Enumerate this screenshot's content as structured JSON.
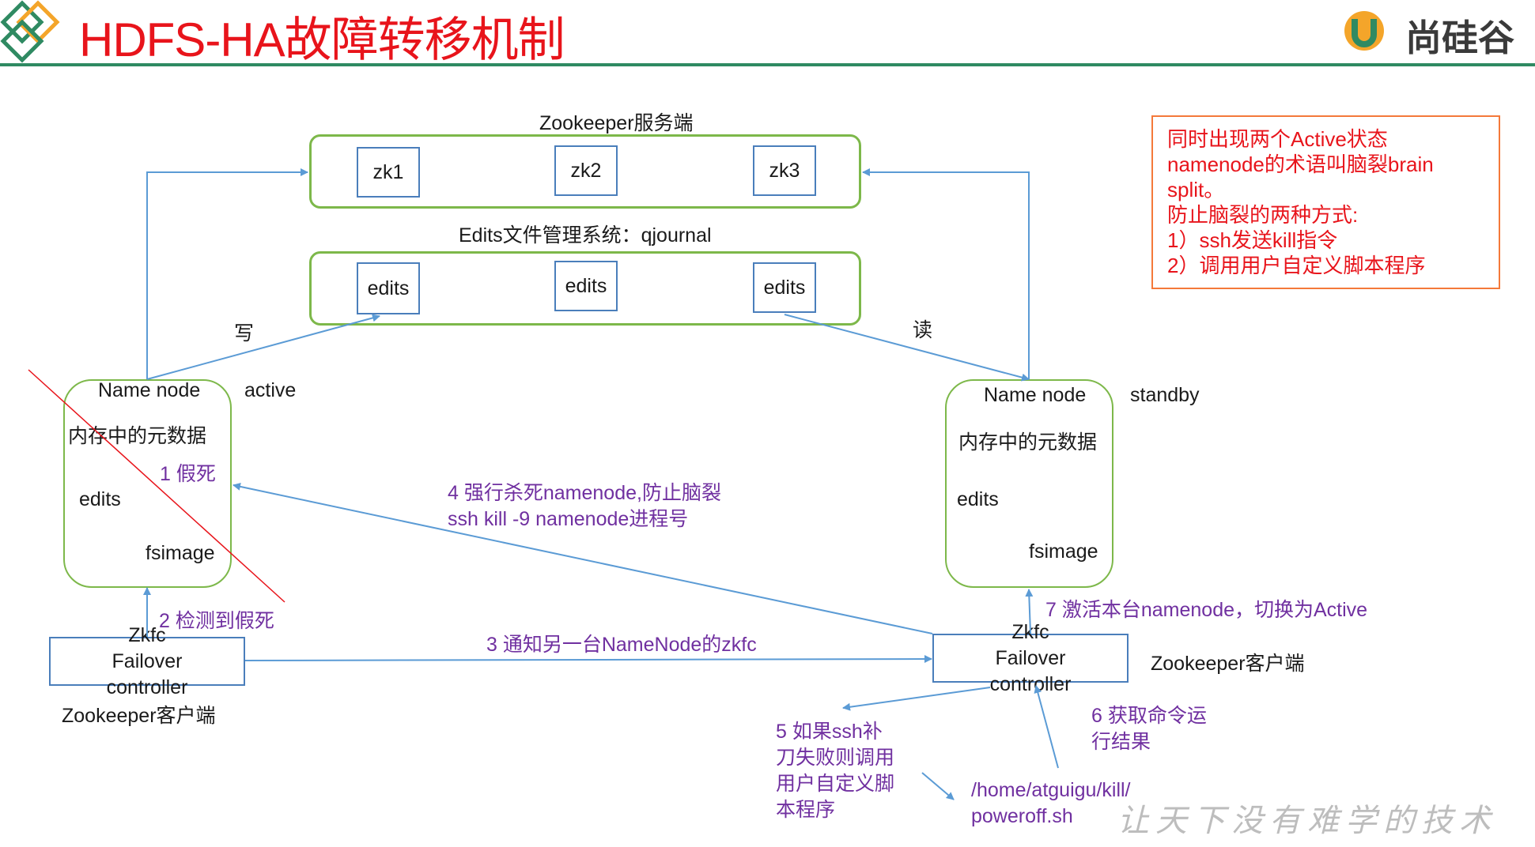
{
  "header": {
    "title": "HDFS-HA故障转移机制",
    "logo_text": "尚硅谷",
    "watermark": "让天下没有难学的技术"
  },
  "zookeeper": {
    "title": "Zookeeper服务端",
    "nodes": [
      "zk1",
      "zk2",
      "zk3"
    ]
  },
  "edits_system": {
    "title": "Edits文件管理系统：qjournal",
    "nodes": [
      "edits",
      "edits",
      "edits"
    ]
  },
  "arrows": {
    "write": "写",
    "read": "读"
  },
  "left_namenode": {
    "name": "Name node",
    "state": "active",
    "memory": "内存中的元数据",
    "edits": "edits",
    "fsimage": "fsimage"
  },
  "right_namenode": {
    "name": "Name node",
    "state": "standby",
    "memory": "内存中的元数据",
    "edits": "edits",
    "fsimage": "fsimage"
  },
  "left_zkfc": {
    "label": "Zkfc\nFailover\ncontroller",
    "client": "Zookeeper客户端"
  },
  "right_zkfc": {
    "label": "Zkfc\nFailover\ncontroller",
    "client": "Zookeeper客户端"
  },
  "steps": {
    "s1": "1 假死",
    "s2": "2 检测到假死",
    "s3": "3 通知另一台NameNode的zkfc",
    "s4": "4 强行杀死namenode,防止脑裂\nssh kill -9 namenode进程号",
    "s5": "5 如果ssh补\n刀失败则调用\n用户自定义脚\n本程序",
    "s6": "6 获取命令运\n行结果",
    "s7": "7 激活本台namenode，切换为Active"
  },
  "script_path": "/home/atguigu/kill/\npoweroff.sh",
  "note": "同时出现两个Active状态\nnamenode的术语叫脑裂brain\nsplit。\n防止脑裂的两种方式:\n1）ssh发送kill指令\n2）调用用户自定义脚本程序",
  "colors": {
    "title": "#e8141b",
    "header_line": "#2f8a62",
    "green_border": "#7db84a",
    "blue_border": "#4a7ebb",
    "arrow": "#5b9bd5",
    "step_text": "#7030a0",
    "note_border": "#f4793a"
  }
}
